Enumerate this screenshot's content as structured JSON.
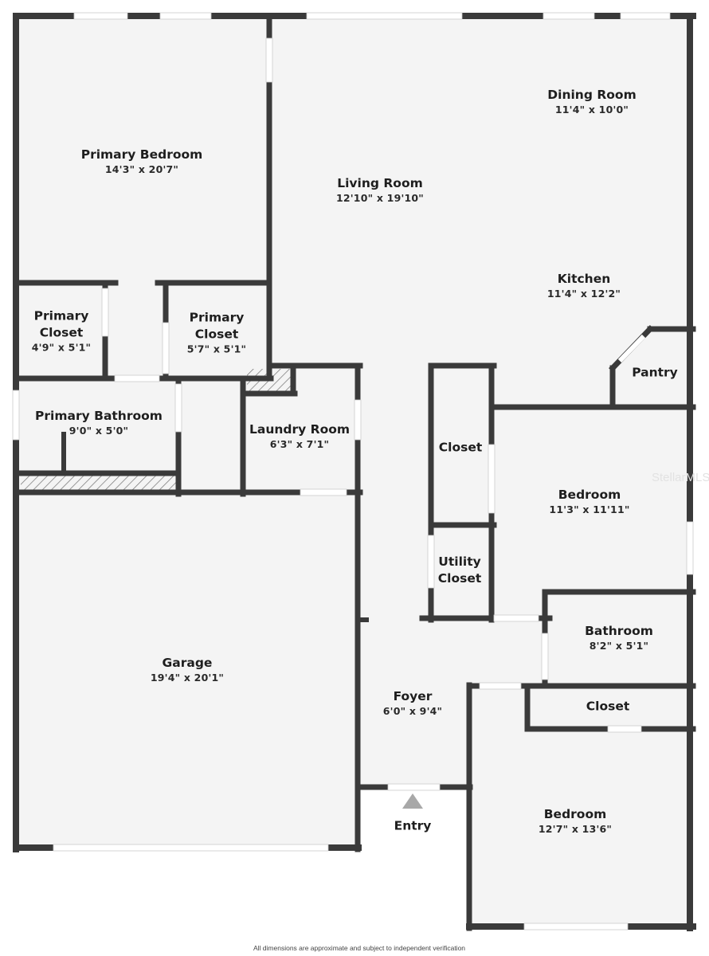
{
  "floor_plan": {
    "colors": {
      "wall": "#3a3a3a",
      "floor": "#f4f4f4",
      "background": "#ffffff",
      "entry_arrow": "#a8a8a8"
    },
    "rooms": [
      {
        "id": "primary-bedroom",
        "name": "Primary Bedroom",
        "dim": "14'3\" x 20'7\""
      },
      {
        "id": "living-room",
        "name": "Living Room",
        "dim": "12'10\" x 19'10\""
      },
      {
        "id": "dining-room",
        "name": "Dining Room",
        "dim": "11'4\" x 10'0\""
      },
      {
        "id": "kitchen",
        "name": "Kitchen",
        "dim": "11'4\" x 12'2\""
      },
      {
        "id": "pantry",
        "name": "Pantry",
        "dim": ""
      },
      {
        "id": "primary-closet-1",
        "name": "Primary Closet",
        "dim": "4'9\" x 5'1\""
      },
      {
        "id": "primary-closet-2",
        "name": "Primary Closet",
        "dim": "5'7\" x 5'1\""
      },
      {
        "id": "primary-bathroom",
        "name": "Primary Bathroom",
        "dim": "9'0\" x 5'0\""
      },
      {
        "id": "laundry-room",
        "name": "Laundry Room",
        "dim": "6'3\" x 7'1\""
      },
      {
        "id": "closet-1",
        "name": "Closet",
        "dim": ""
      },
      {
        "id": "bedroom-1",
        "name": "Bedroom",
        "dim": "11'3\" x 11'11\""
      },
      {
        "id": "utility-closet",
        "name": "Utility Closet",
        "dim": ""
      },
      {
        "id": "bathroom",
        "name": "Bathroom",
        "dim": "8'2\" x 5'1\""
      },
      {
        "id": "garage",
        "name": "Garage",
        "dim": "19'4\" x 20'1\""
      },
      {
        "id": "foyer",
        "name": "Foyer",
        "dim": "6'0\" x 9'4\""
      },
      {
        "id": "closet-2",
        "name": "Closet",
        "dim": ""
      },
      {
        "id": "bedroom-2",
        "name": "Bedroom",
        "dim": "12'7\" x 13'6\""
      },
      {
        "id": "entry",
        "name": "Entry",
        "dim": ""
      }
    ],
    "watermark": "StellarMLS",
    "disclaimer": "All dimensions are approximate and subject to independent verification"
  }
}
